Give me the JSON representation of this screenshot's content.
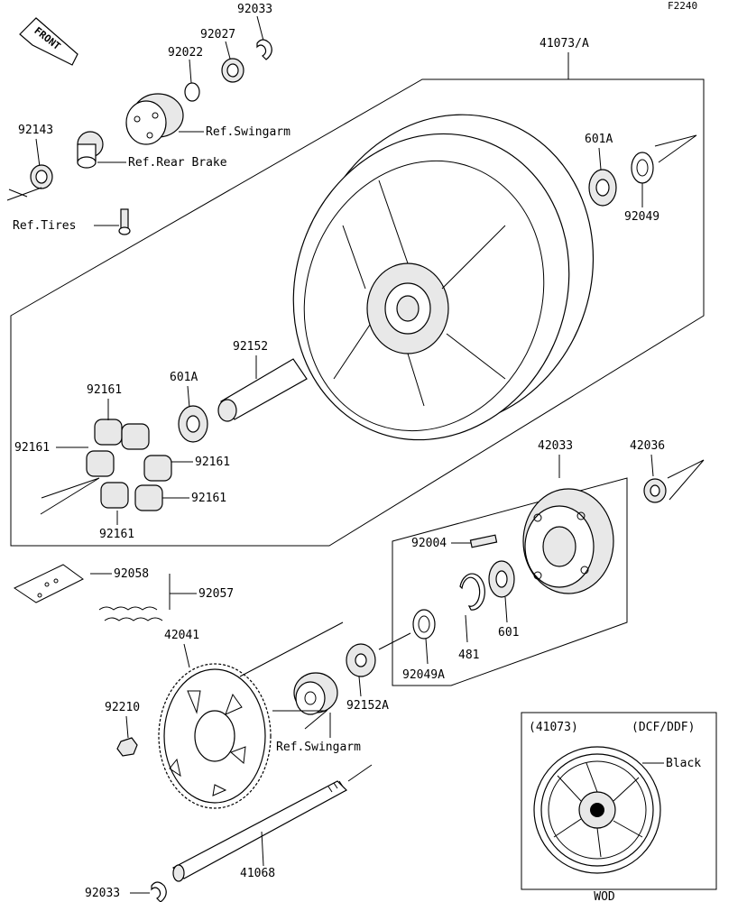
{
  "figure_code": "F2240",
  "front_label": "FRONT",
  "parts": {
    "p92033_top": "92033",
    "p92027": "92027",
    "p92022": "92022",
    "p41073A": "41073/A",
    "p92143": "92143",
    "ref_swingarm_top": "Ref.Swingarm",
    "ref_rear_brake": "Ref.Rear Brake",
    "ref_tires": "Ref.Tires",
    "p601A_right": "601A",
    "p92049": "92049",
    "p92152": "92152",
    "p601A_left": "601A",
    "p92161_a": "92161",
    "p92161_b": "92161",
    "p92161_c": "92161",
    "p92161_d": "92161",
    "p92161_e": "92161",
    "p42033": "42033",
    "p42036": "42036",
    "p92004": "92004",
    "p92058": "92058",
    "p92057": "92057",
    "p42041": "42041",
    "p92210": "92210",
    "p601": "601",
    "p481": "481",
    "p92049A": "92049A",
    "p92152A": "92152A",
    "ref_swingarm_bottom": "Ref.Swingarm",
    "p41068": "41068",
    "p92033_bottom": "92033"
  },
  "inset": {
    "part_no": "(41073)",
    "variant": "(DCF/DDF)",
    "color_note": "Black",
    "code": "WOD"
  }
}
